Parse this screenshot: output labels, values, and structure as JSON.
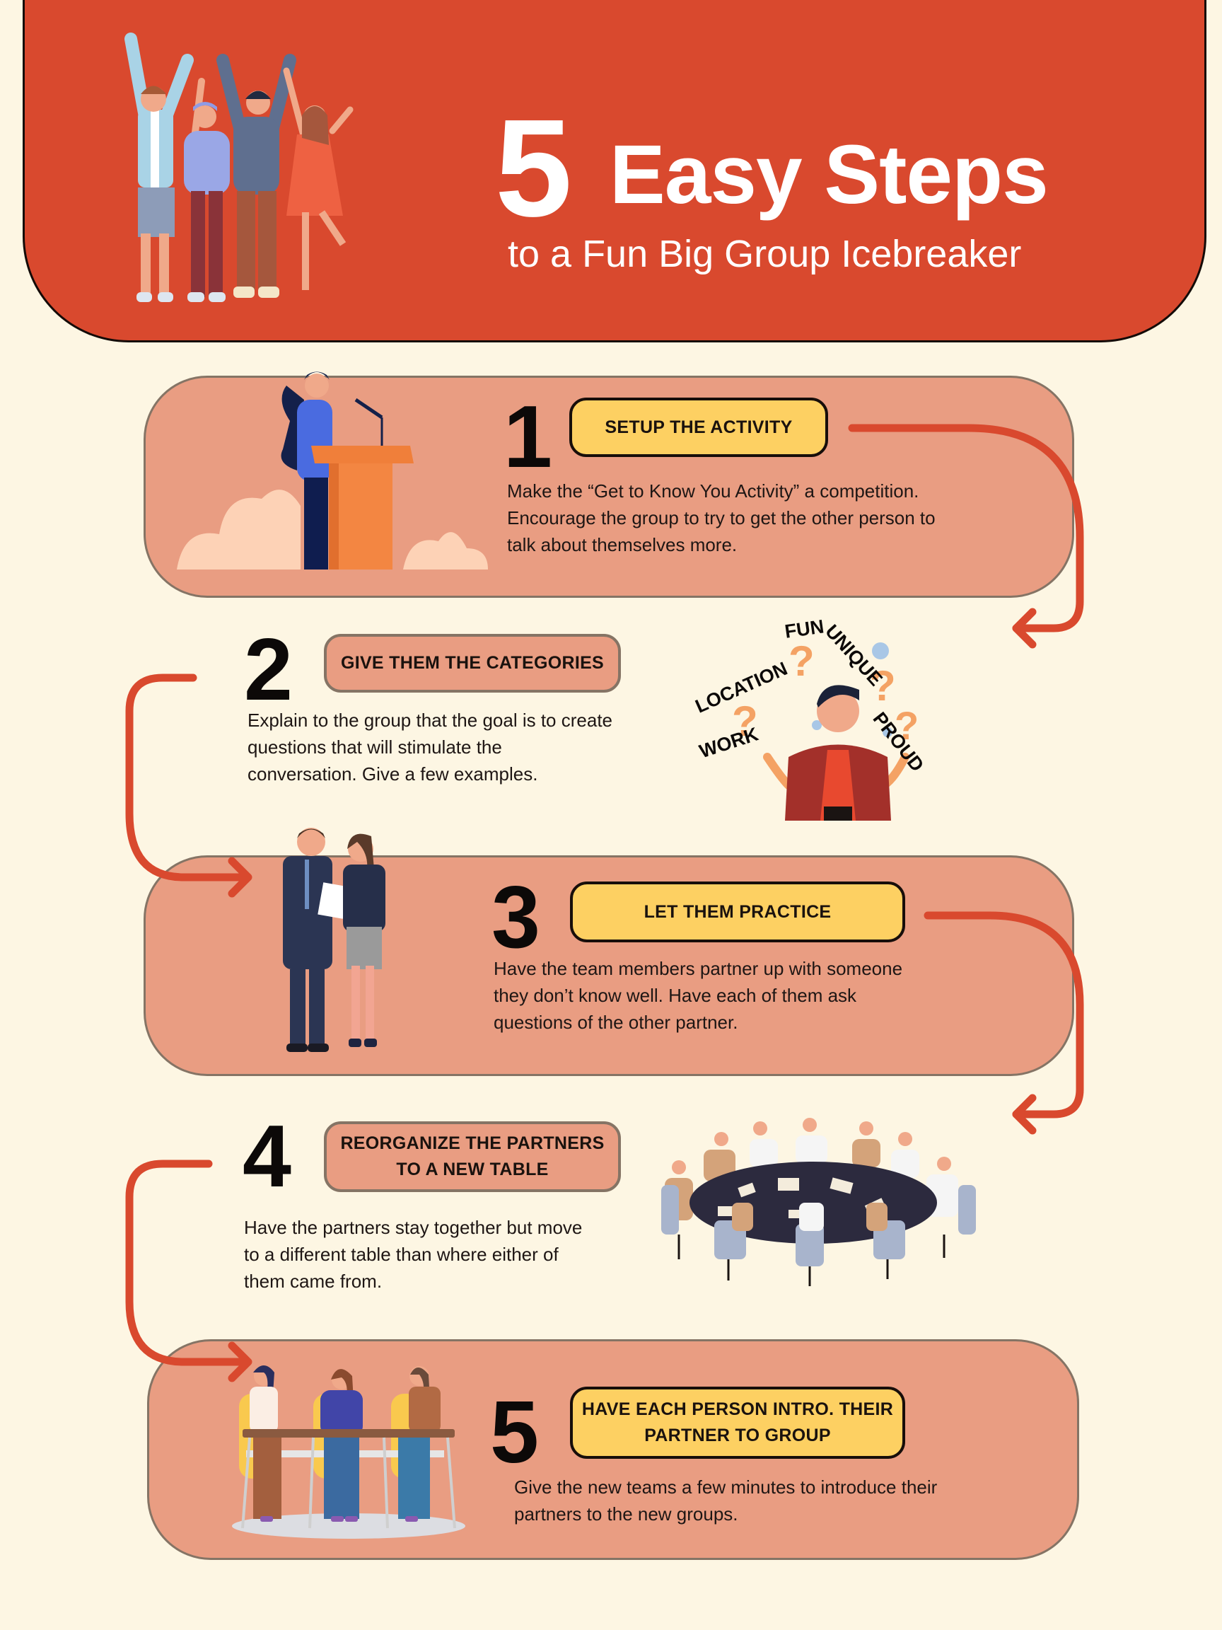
{
  "header": {
    "number": "5",
    "title": "Easy Steps",
    "subtitle": "to a Fun Big Group Icebreaker"
  },
  "colors": {
    "background": "#fdf6e3",
    "header": "#d9492e",
    "card": "#e99d82",
    "badge_yellow": "#fdd062",
    "arrow": "#d9492e"
  },
  "steps": [
    {
      "number": "1",
      "title": "SETUP THE ACTIVITY",
      "description": "Make the “Get to Know You Activity” a competition. Encourage the group to try to get the other person to talk about themselves more.",
      "illustration": "woman-at-podium"
    },
    {
      "number": "2",
      "title": "GIVE THEM THE CATEGORIES",
      "description": "Explain to the group that the goal is to create questions that will stimulate the conversation. Give a few examples.",
      "illustration": "confused-man-with-categories",
      "categories": [
        "FUN",
        "UNIQUE",
        "LOCATION",
        "PROUD",
        "WORK"
      ]
    },
    {
      "number": "3",
      "title": "LET THEM PRACTICE",
      "description": "Have the team members partner up with someone they don’t know well. Have each of them ask questions of the other partner.",
      "illustration": "two-business-partners"
    },
    {
      "number": "4",
      "title": "REORGANIZE THE PARTNERS TO A NEW TABLE",
      "description": "Have the partners stay together but move to a different table than where either of them came from.",
      "illustration": "round-table-meeting"
    },
    {
      "number": "5",
      "title": "HAVE EACH PERSON INTRO. THEIR PARTNER TO GROUP",
      "description": "Give the new teams a few minutes to introduce their partners to the new groups.",
      "illustration": "three-women-at-table"
    }
  ]
}
